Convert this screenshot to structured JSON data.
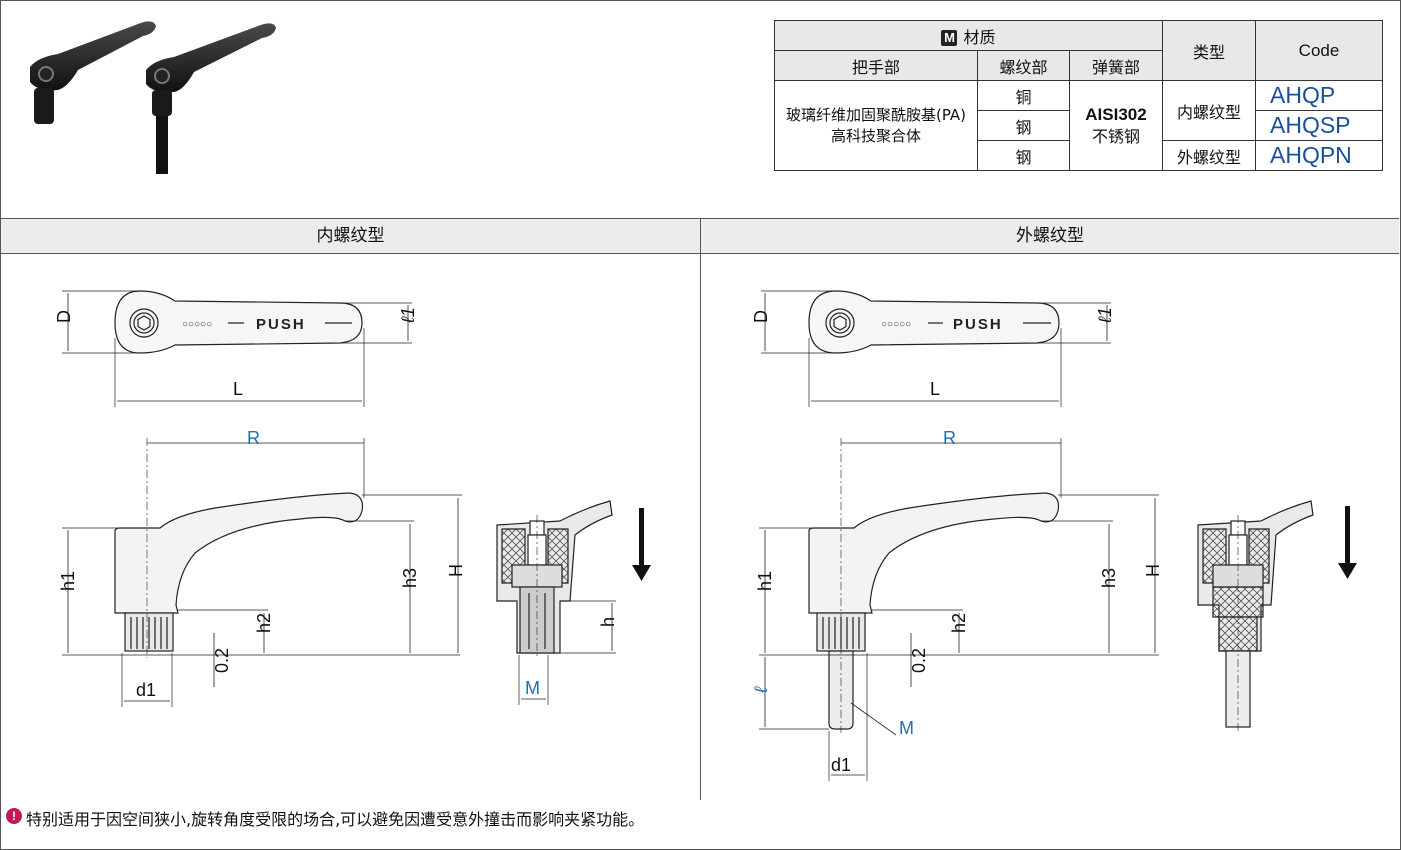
{
  "table": {
    "material_badge": "M",
    "material_header": "材质",
    "col_handle": "把手部",
    "col_thread": "螺纹部",
    "col_spring": "弹簧部",
    "col_type": "类型",
    "col_code": "Code",
    "handle_material_line1": "玻璃纤维加固聚酰胺基(PA)",
    "handle_material_line2": "高科技聚合体",
    "thread_rows": [
      "铜",
      "钢",
      "钢"
    ],
    "spring_line1": "AISI302",
    "spring_line2": "不锈钢",
    "type_internal": "内螺纹型",
    "type_external": "外螺纹型",
    "codes": [
      "AHQP",
      "AHQSP",
      "AHQPN"
    ]
  },
  "sections": {
    "internal": "内螺纹型",
    "external": "外螺纹型"
  },
  "drawing": {
    "push_text": "PUSH",
    "dots_text": "○○○○○",
    "D": "D",
    "L": "L",
    "l1": "ℓ1",
    "R": "R",
    "H": "H",
    "h": "h",
    "h1": "h1",
    "h2": "h2",
    "h3": "h3",
    "gap": "0.2",
    "d1": "d1",
    "M": "M",
    "l": "ℓ"
  },
  "note": {
    "icon": "!",
    "text": "特别适用于因空间狭小,旋转角度受限的场合,可以避免因遭受意外撞击而影响夹紧功能。"
  }
}
